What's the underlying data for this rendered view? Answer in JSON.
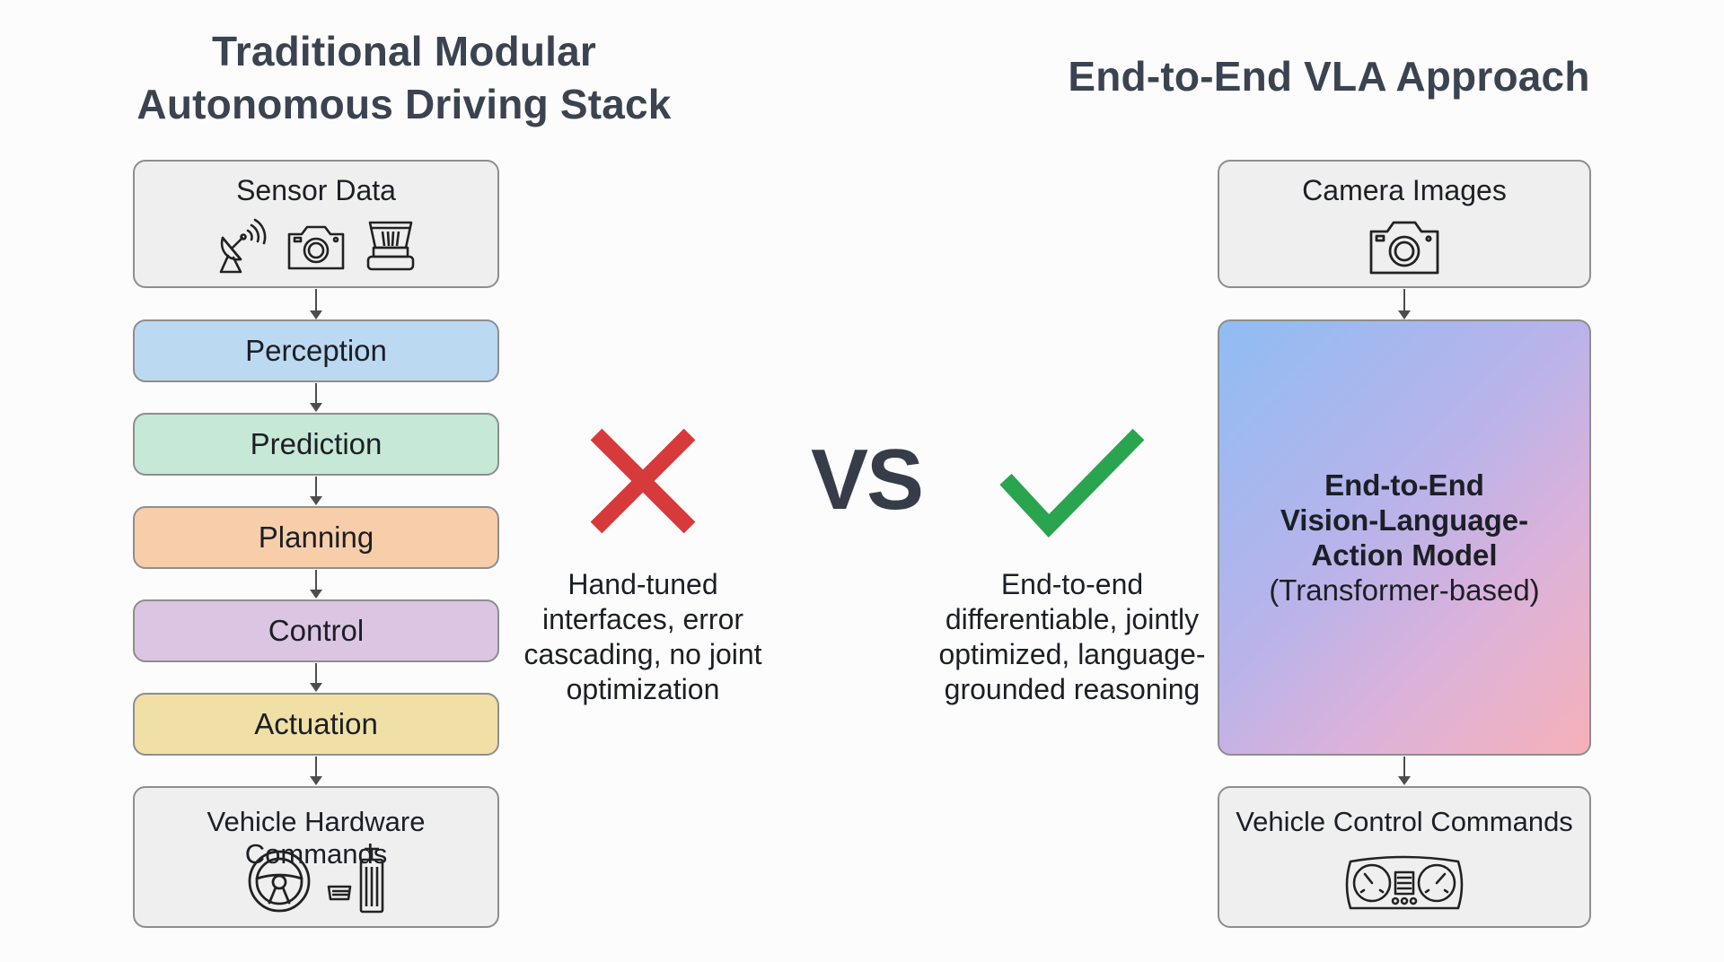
{
  "left": {
    "title": "Traditional Modular Autonomous Driving Stack",
    "sensor_box": {
      "label": "Sensor Data",
      "icons": [
        "satellite-dish-icon",
        "camera-icon",
        "lidar-icon"
      ]
    },
    "stages": [
      {
        "label": "Perception",
        "color": "#bcd9f2"
      },
      {
        "label": "Prediction",
        "color": "#c6e8d6"
      },
      {
        "label": "Planning",
        "color": "#f8ceaa"
      },
      {
        "label": "Control",
        "color": "#dcc5e3"
      },
      {
        "label": "Actuation",
        "color": "#f1e0a6"
      }
    ],
    "output_box": {
      "label": "Vehicle Hardware Commands",
      "icons": [
        "steering-wheel-icon",
        "pedals-icon"
      ]
    },
    "verdict_icon": "red-x-icon",
    "verdict_color": "#d63a3a",
    "caption": "Hand-tuned interfaces, error cascading, no joint optimization"
  },
  "vs_label": "VS",
  "right": {
    "title": "End-to-End VLA Approach",
    "input_box": {
      "label": "Camera Images",
      "icons": [
        "camera-icon"
      ]
    },
    "model": {
      "line1": "End-to-End",
      "line2": "Vision-Language-",
      "line3": "Action Model",
      "line4": "(Transformer-based)"
    },
    "output_box": {
      "label": "Vehicle Control Commands",
      "icons": [
        "dashboard-gauges-icon"
      ]
    },
    "verdict_icon": "green-check-icon",
    "verdict_color": "#2aa44f",
    "caption": "End-to-end differentiable, jointly optimized, language-grounded reasoning"
  }
}
